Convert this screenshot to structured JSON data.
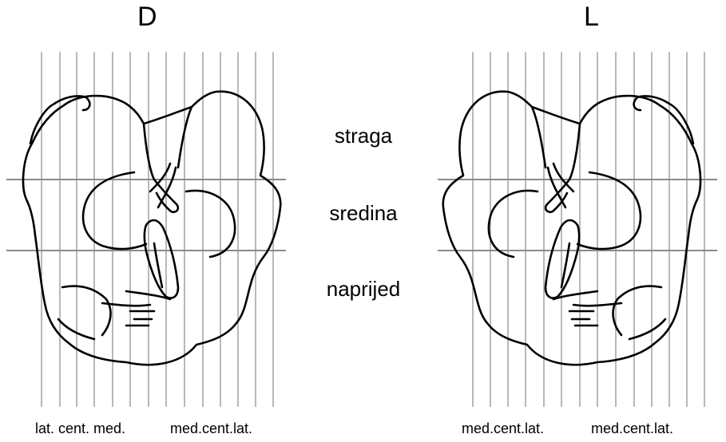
{
  "labels": {
    "right_side": "D",
    "left_side": "L"
  },
  "regions": {
    "back": "straga",
    "middle": "sredina",
    "front": "naprijed"
  },
  "bottom_labels": {
    "left_lateral_to_medial": "lat. cent. med.",
    "left_medial_to_lateral": "med.cent.lat.",
    "right_group_1": "med.cent.lat.",
    "right_group_2": "med.cent.lat."
  },
  "colors": {
    "ink": "#000000",
    "grid": "#8a8a8a",
    "background": "#ffffff"
  }
}
